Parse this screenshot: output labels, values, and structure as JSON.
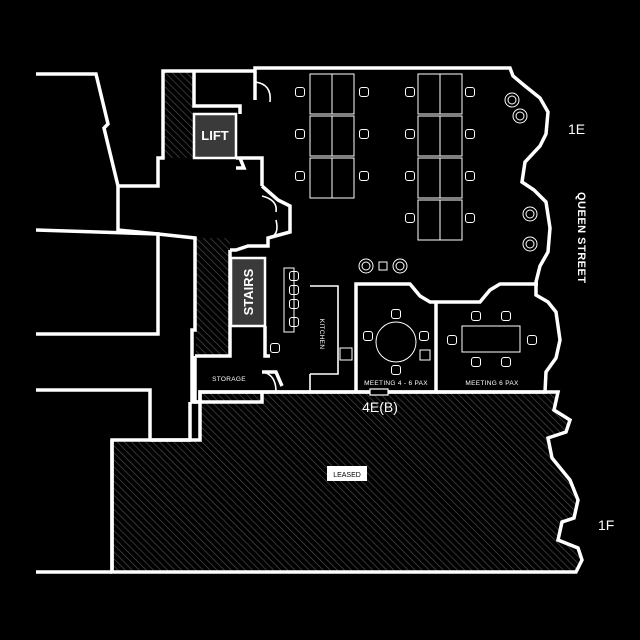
{
  "map": {
    "rooms": {
      "lift": "LIFT",
      "stairs": "STAIRS",
      "storage": "STORAGE",
      "kitchen": "KITCHEN",
      "meeting_small": "MEETING 4 - 6 PAX",
      "meeting_large": "MEETING 6 PAX",
      "leased": "LEASED"
    },
    "units": {
      "unit_1e": "1E",
      "unit_1f": "1F",
      "unit_4eb": "4E(B)"
    },
    "street": "QUEEN STREET",
    "colors": {
      "background": "#000000",
      "walls": "#ffffff",
      "lift_fill": "#3a3a3a",
      "stairs_fill": "#3a3a3a",
      "hatch": "#4a4a4a"
    }
  }
}
